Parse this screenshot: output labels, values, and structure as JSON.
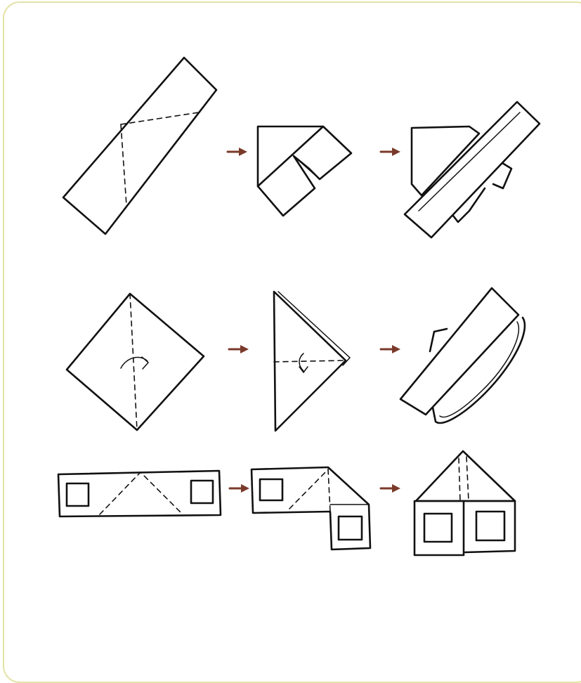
{
  "diagram": {
    "kind": "folding-instructions",
    "rows": [
      {
        "steps": [
          "strip-with-fold-lines",
          "folded-corner",
          "wrapped-strip"
        ]
      },
      {
        "steps": [
          "square-with-fold-arrow",
          "triangle-with-fold-arrow",
          "wrapped-triangle"
        ]
      },
      {
        "steps": [
          "strip-with-two-windows",
          "strip-folded-down",
          "house-shape"
        ]
      }
    ],
    "arrow_color": "#7a3a2a",
    "frame_color": "#e4e2a6"
  }
}
